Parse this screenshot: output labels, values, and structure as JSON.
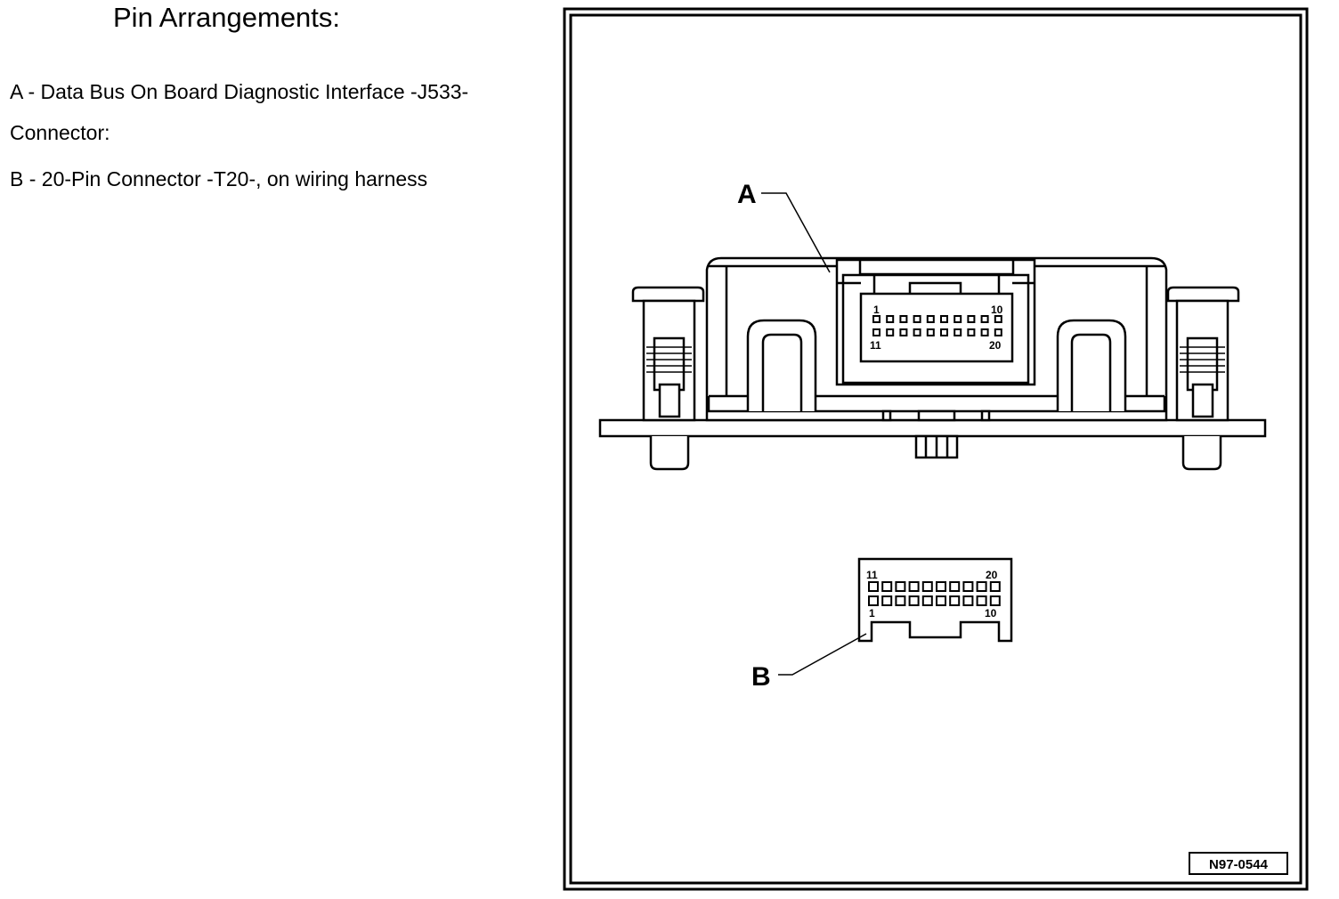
{
  "heading": "Pin Arrangements:",
  "legend": {
    "a_line1": "A - Data Bus On Board Diagnostic Interface -J533-",
    "a_line2": "Connector:",
    "b_line": "B - 20-Pin Connector -T20-, on wiring harness"
  },
  "figure": {
    "callout_a": "A",
    "callout_b": "B",
    "connector_a_pins": {
      "top_left": "1",
      "top_right": "10",
      "bottom_left": "11",
      "bottom_right": "20"
    },
    "connector_b_pins": {
      "top_left": "11",
      "top_right": "20",
      "bottom_left": "1",
      "bottom_right": "10"
    },
    "figure_id": "N97-0544"
  }
}
